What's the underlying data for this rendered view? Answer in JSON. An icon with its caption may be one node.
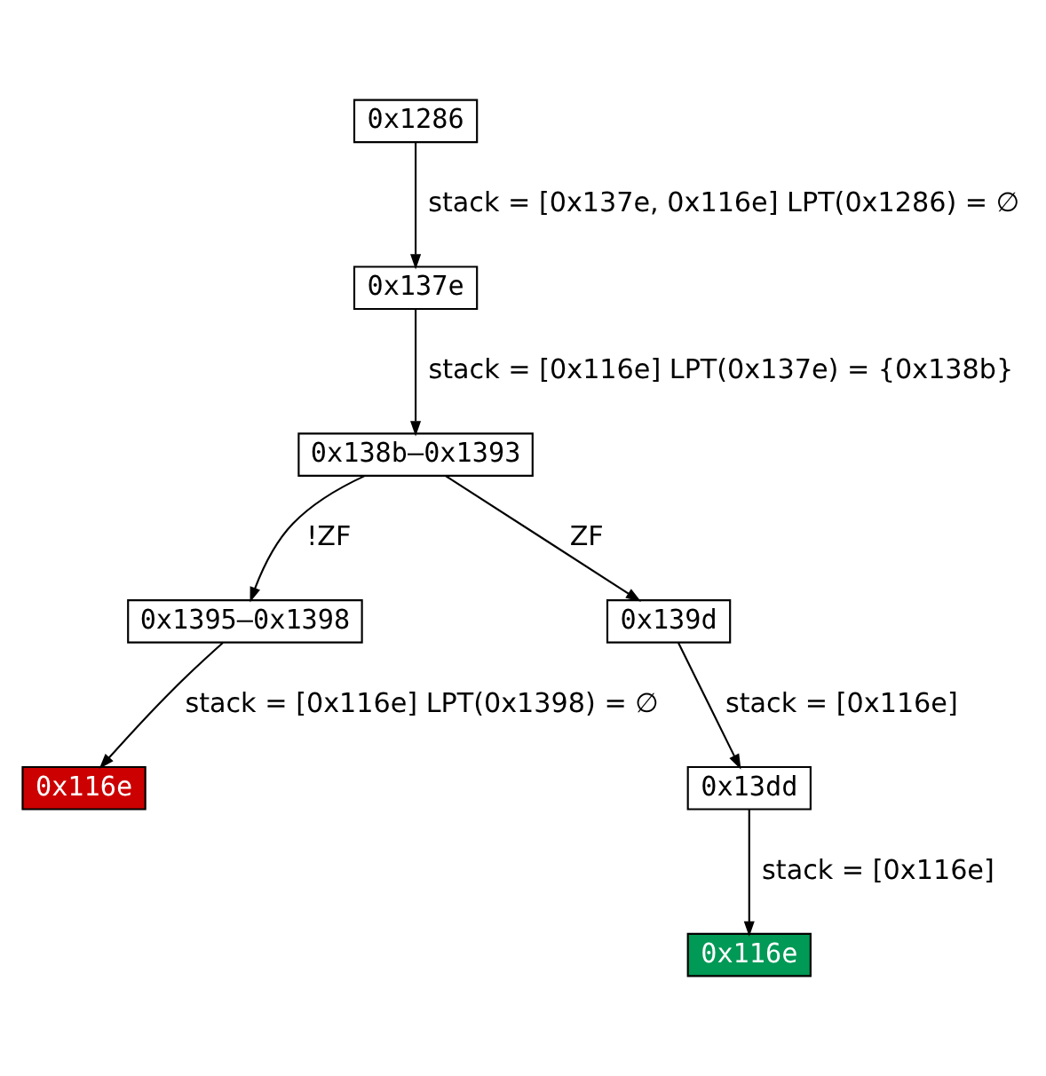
{
  "diagram": {
    "nodes": [
      {
        "text": [
          "0x1286"
        ]
      },
      {
        "text": [
          "0x137e"
        ]
      },
      {
        "text": [
          "0x138b–0x1393"
        ]
      },
      {
        "text": [
          "0x1395–0x1398"
        ]
      },
      {
        "text": [
          "0x139d"
        ]
      },
      {
        "text": [
          "0x116e"
        ]
      },
      {
        "text": [
          "0x13dd"
        ]
      },
      {
        "text": [
          "0x116e"
        ]
      }
    ],
    "edges": [
      {
        "from": 0,
        "to": 1,
        "arrow": "to",
        "label": "stack = [0x137e, 0x116e] LPT(0x1286) = ∅"
      },
      {
        "from": 1,
        "to": 2,
        "arrow": "to",
        "label": "stack = [0x116e] LPT(0x137e) = {0x138b}"
      },
      {
        "from": 2,
        "to": 3,
        "arrow": "to",
        "label": "!ZF"
      },
      {
        "from": 2,
        "to": 4,
        "arrow": "to",
        "label": "ZF"
      },
      {
        "from": 3,
        "to": 5,
        "arrow": "to",
        "label": "stack = [0x116e] LPT(0x1398) = ∅"
      },
      {
        "from": 4,
        "to": 6,
        "arrow": "to",
        "label": "stack = [0x116e]"
      },
      {
        "from": 6,
        "to": 7,
        "arrow": "to",
        "label": "stack = [0x116e]"
      }
    ]
  }
}
